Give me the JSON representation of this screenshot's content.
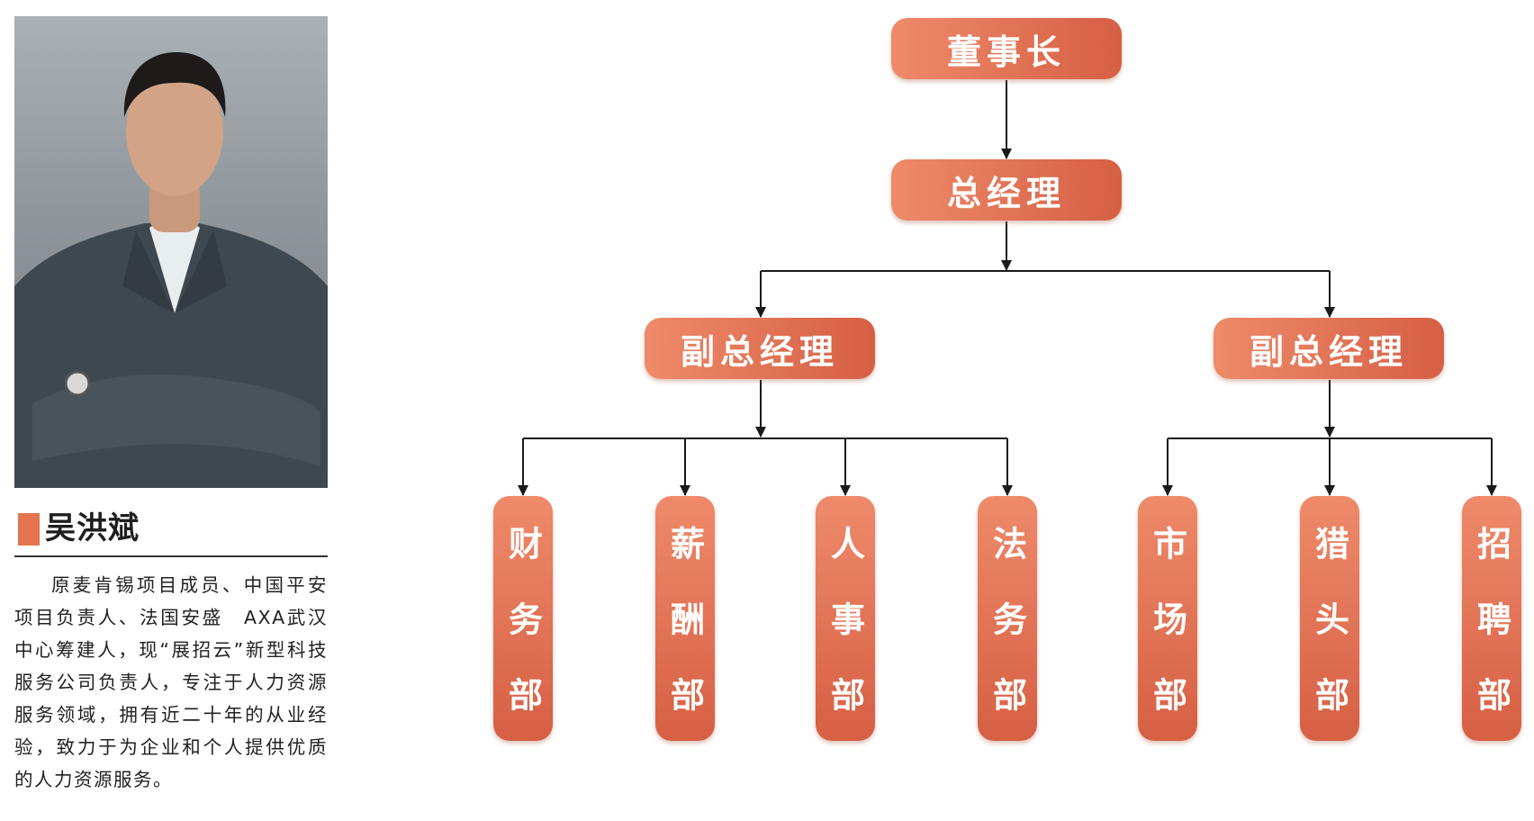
{
  "profile": {
    "name": "吴洪斌",
    "bio": "原麦肯锡项目成员、中国平安项目负责人、法国安盛　AXA武汉中心筹建人，现“展招云”新型科技服务公司负责人，专注于人力资源服务领域，拥有近二十年的从业经验，致力于为企业和个人提供优质的人力资源服务。"
  },
  "org": {
    "chairman": "董事长",
    "general_manager": "总经理",
    "vp_left": "副总经理",
    "vp_right": "副总经理",
    "departments": [
      "财务部",
      "薪酬部",
      "人事部",
      "法务部",
      "市场部",
      "猎头部",
      "招聘部"
    ]
  },
  "colors": {
    "accent": "#e2744f",
    "node_light": "#ee8a6a",
    "node_dark": "#d65f44"
  }
}
